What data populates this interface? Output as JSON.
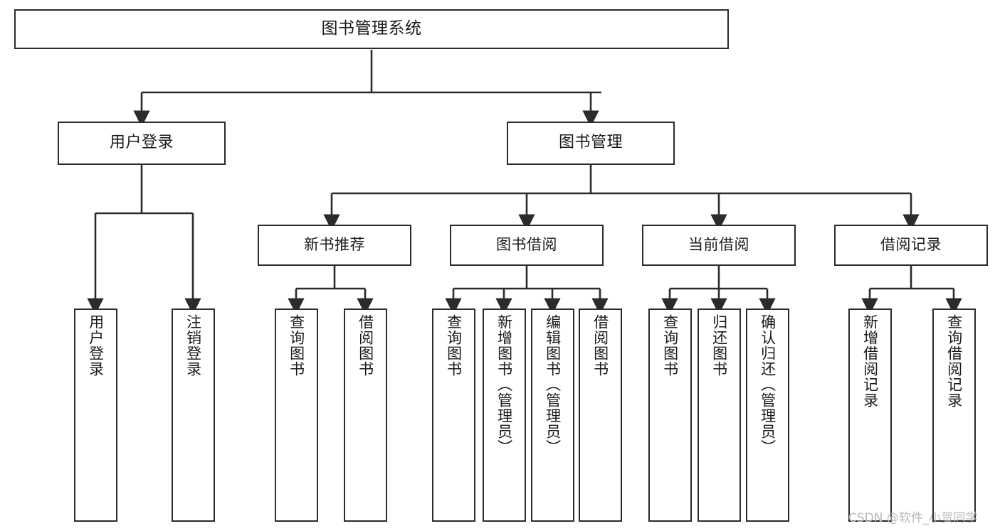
{
  "diagram": {
    "title": "图书管理系统",
    "type": "tree",
    "orientation": "top-down",
    "colors": {
      "node_border": "#2b2b2b",
      "node_fill": "#ffffff",
      "edge": "#2b2b2b",
      "text": "#1a1a1a",
      "watermark": "#b9b9b9",
      "background": "#ffffff"
    },
    "root": {
      "label": "图书管理系统"
    },
    "level2": [
      {
        "label": "用户登录"
      },
      {
        "label": "图书管理"
      }
    ],
    "level3": [
      {
        "label": "新书推荐"
      },
      {
        "label": "图书借阅"
      },
      {
        "label": "当前借阅"
      },
      {
        "label": "借阅记录"
      }
    ],
    "leaves": {
      "user_login": [
        {
          "label": "用户登录"
        },
        {
          "label": "注销登录"
        }
      ],
      "new_book_recommend": [
        {
          "label": "查询图书"
        },
        {
          "label": "借阅图书"
        }
      ],
      "book_borrow": [
        {
          "label": "查询图书"
        },
        {
          "label": "新增图书（管理员）"
        },
        {
          "label": "编辑图书（管理员）"
        },
        {
          "label": "借阅图书"
        }
      ],
      "current_borrow": [
        {
          "label": "查询图书"
        },
        {
          "label": "归还图书"
        },
        {
          "label": "确认归还（管理员）"
        }
      ],
      "borrow_record": [
        {
          "label": "新增借阅记录"
        },
        {
          "label": "查询借阅记录"
        }
      ]
    }
  },
  "watermark": {
    "text": "CSDN @软件_小贺同学"
  }
}
